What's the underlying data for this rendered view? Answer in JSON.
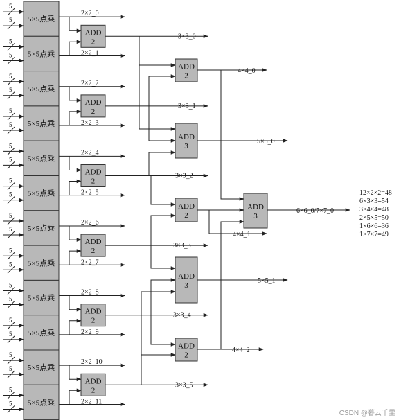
{
  "multipliers": [
    {
      "label": "5×5点乘"
    },
    {
      "label": "5×5点乘"
    },
    {
      "label": "5×5点乘"
    },
    {
      "label": "5×5点乘"
    },
    {
      "label": "5×5点乘"
    },
    {
      "label": "5×5点乘"
    },
    {
      "label": "5×5点乘"
    },
    {
      "label": "5×5点乘"
    },
    {
      "label": "5×5点乘"
    },
    {
      "label": "5×5点乘"
    },
    {
      "label": "5×5点乘"
    },
    {
      "label": "5×5点乘"
    }
  ],
  "input_width_label": "5",
  "add2_blocks": [
    {
      "line1": "ADD",
      "line2": "2"
    },
    {
      "line1": "ADD",
      "line2": "2"
    },
    {
      "line1": "ADD",
      "line2": "2"
    },
    {
      "line1": "ADD",
      "line2": "2"
    },
    {
      "line1": "ADD",
      "line2": "2"
    },
    {
      "line1": "ADD",
      "line2": "2"
    }
  ],
  "add_mid_blocks": [
    {
      "line1": "ADD",
      "line2": "2"
    },
    {
      "line1": "ADD",
      "line2": "3"
    },
    {
      "line1": "ADD",
      "line2": "2"
    },
    {
      "line1": "ADD",
      "line2": "3"
    },
    {
      "line1": "ADD",
      "line2": "2"
    }
  ],
  "add_final_block": {
    "line1": "ADD",
    "line2": "3"
  },
  "outputs_2x2": [
    "2×2_0",
    "2×2_1",
    "2×2_2",
    "2×2_3",
    "2×2_4",
    "2×2_5",
    "2×2_6",
    "2×2_7",
    "2×2_8",
    "2×2_9",
    "2×2_10",
    "2×2_11"
  ],
  "outputs_3x3": [
    "3×3_0",
    "3×3_1",
    "3×3_2",
    "3×3_3",
    "3×3_4",
    "3×3_5"
  ],
  "outputs_4x4": [
    "4×4_0",
    "4×4_1",
    "4×4_2"
  ],
  "outputs_5x5": [
    "5×5_0",
    "5×5_1"
  ],
  "output_final": "6×6_0/7×7_0",
  "results": [
    "12×2×2=48",
    "6×3×3=54",
    "3×4×4=48",
    "2×5×5=50",
    "1×6×6=36",
    "1×7×7=49"
  ],
  "watermark": "CSDN @暮云千里"
}
